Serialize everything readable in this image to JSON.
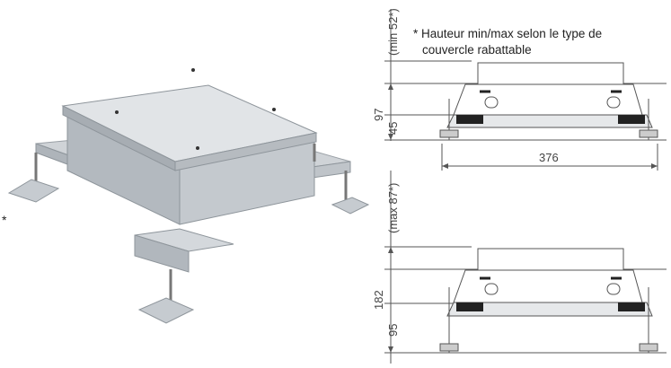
{
  "photo": {
    "side_star": "*"
  },
  "note": {
    "line1": "* Hauteur min/max selon le type de",
    "line2": "couvercle rabattable"
  },
  "top_drawing": {
    "label_min": "(min 52*)",
    "label_total": "97",
    "label_base": "45",
    "label_width": "376"
  },
  "bottom_drawing": {
    "label_max": "(max 87*)",
    "label_total": "182",
    "label_base": "95"
  },
  "colors": {
    "line": "#555555",
    "metal_light": "#d9dcdf",
    "metal_mid": "#b9bec3",
    "metal_dark": "#8e959b",
    "accent_dark": "#222222"
  }
}
